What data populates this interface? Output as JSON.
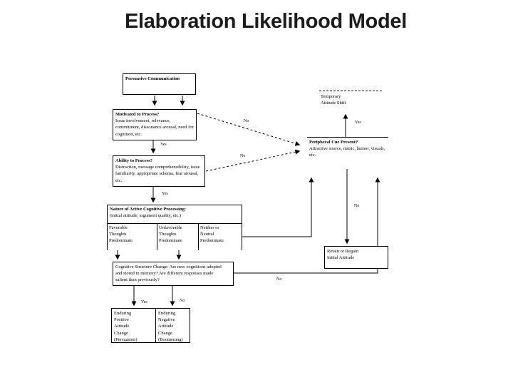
{
  "slide": {
    "title": "Elaboration Likelihood Model"
  },
  "boxes": {
    "persuasive_communication": {
      "title": "Persuasive Communication"
    },
    "motivated": {
      "title": "Motivated to Process?",
      "body": "Issue involvement, relevance, commitment, dissonance arousal, need for cognition, etc."
    },
    "ability": {
      "title": "Ability to Process?",
      "body": "Distraction, message comprehensibility, issue familiarity, appropriate schema, fear arousal, etc."
    },
    "nature": {
      "title": "Nature of Active Cognitive Processing:",
      "body": "(initial attitude, argument quality, etc.)",
      "columns": [
        "Favorable Thoughts Predominate",
        "Unfavorable Thoughts Predominate",
        "Neither or Neutral Predominate"
      ]
    },
    "cognitive_structure": {
      "body": "Cognitive Structure Change: Are new cognitions adopted and stored in memory? Are different responses made salient than previously?"
    },
    "enduring_positive": {
      "body": "Enduring Positive Attitude Change (Persuasion)"
    },
    "enduring_negative": {
      "body": "Enduring Negative Attitude Change (Boomerang)"
    },
    "peripheral_cue": {
      "title": "Peripheral Cue Present?",
      "body": "Attractive source, music, humor, visuals, etc."
    },
    "temporary_shift": {
      "body": "Temporary Attitude Shift"
    },
    "retain": {
      "body": "Retain or Regain Initial Attitude"
    }
  },
  "labels": {
    "motivated_yes": "Yes",
    "motivated_no": "No",
    "ability_yes": "Yes",
    "ability_no": "No",
    "cue_yes": "Yes",
    "cue_no": "No",
    "structure_yes": "Yes",
    "structure_no": "No",
    "structure_right_no": "No"
  }
}
